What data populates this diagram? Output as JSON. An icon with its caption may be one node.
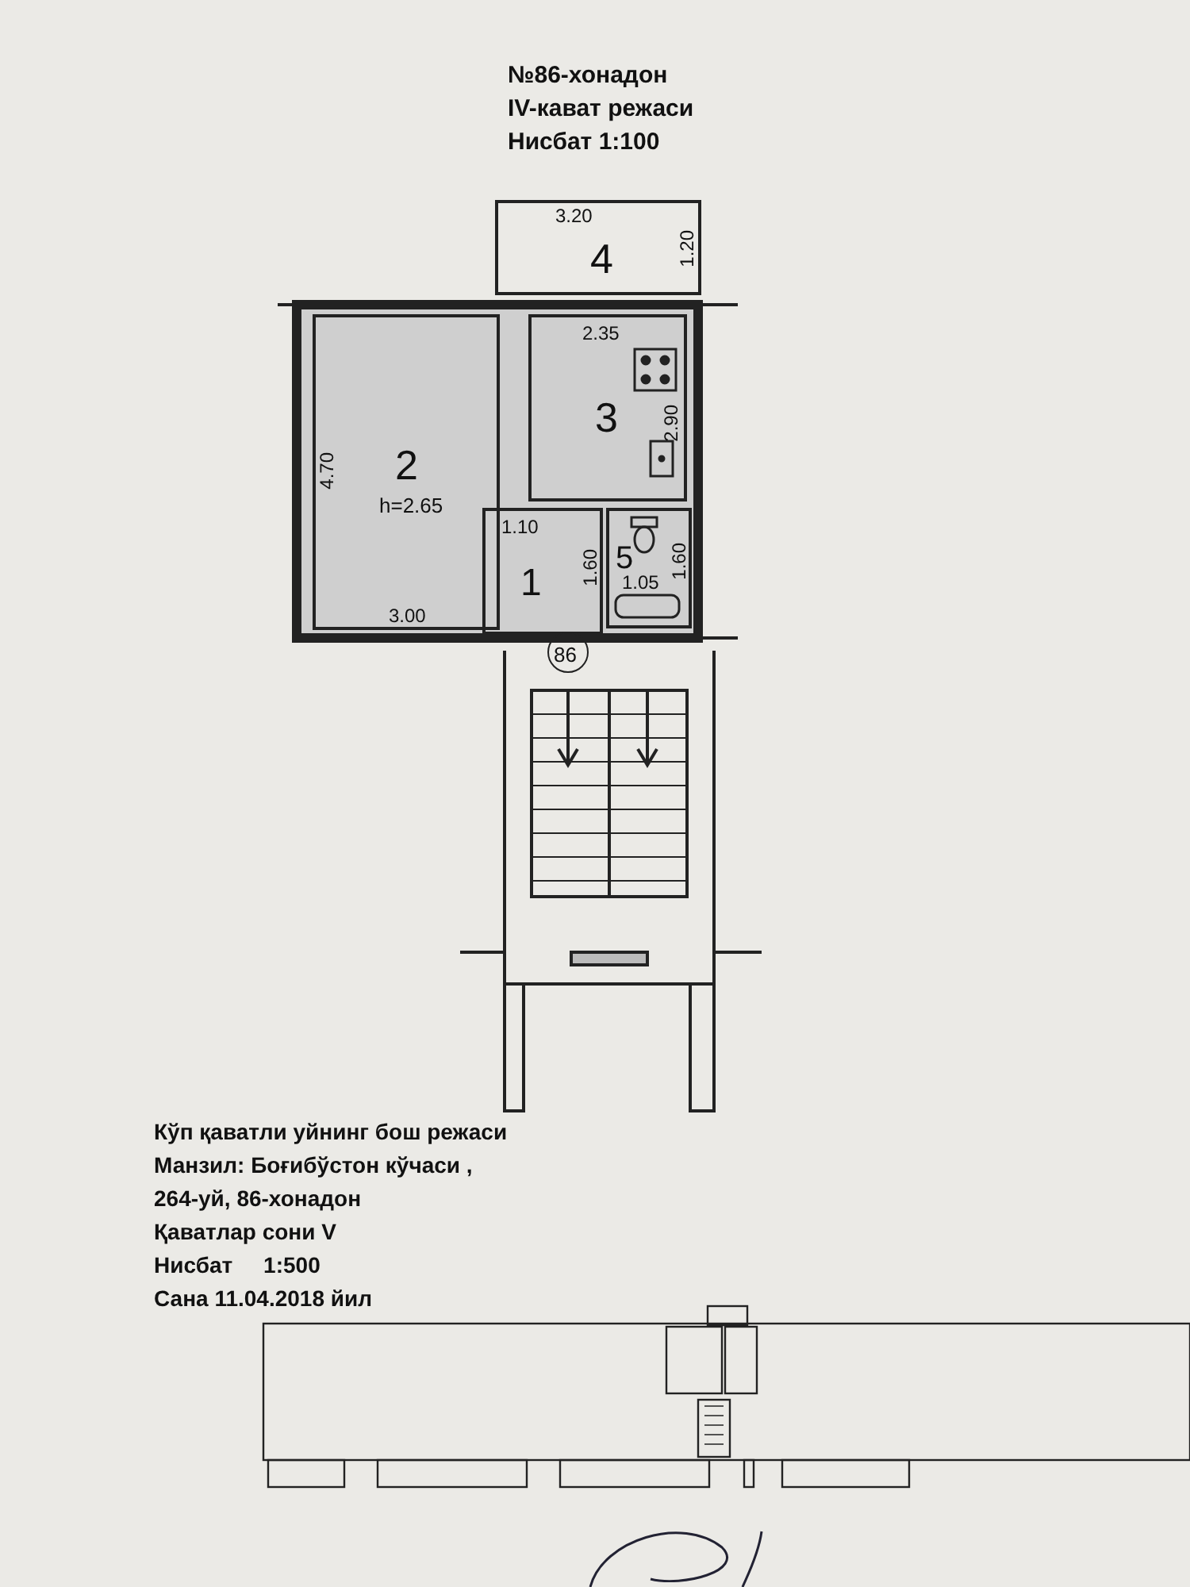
{
  "diagram": {
    "nodes": [
      {
        "text": [
          "4"
        ]
      },
      {
        "text": [
          "2",
          "h=2.65"
        ]
      },
      {
        "text": [
          "3"
        ]
      },
      {
        "text": [
          "1"
        ]
      },
      {
        "text": [
          "5"
        ]
      },
      {
        "text": [
          "86"
        ]
      }
    ],
    "labels": [
      "№86-хонадон",
      "IV-кават режаси",
      "Нисбат 1:100",
      "3.20",
      "1.20",
      "2.35",
      "2.90",
      "4.70",
      "1.10",
      "1.60",
      "1.60",
      "1.05",
      "3.00",
      "Кўп қаватли уйнинг бош режаси",
      "Манзил: Боғибўстон кўчаси ,",
      "264-уй, 86-хонадон",
      "Қаватлар сони V",
      "Нисбат     1:500",
      "Сана 11.04.2018 йил"
    ]
  }
}
